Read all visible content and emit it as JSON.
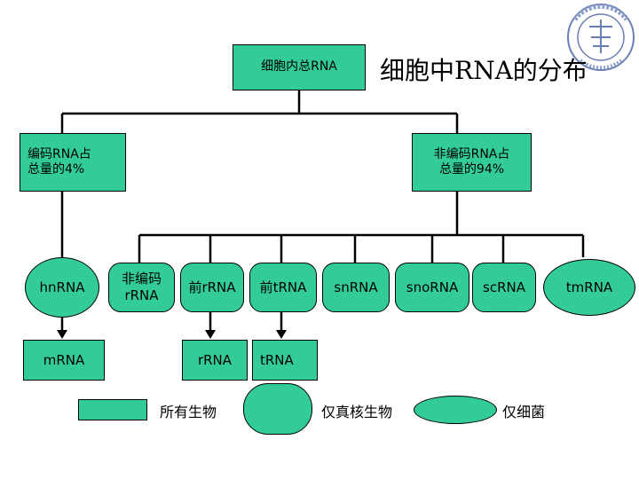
{
  "title": "细胞中RNA的分布",
  "root": "细胞内总RNA",
  "coding": "编码RNA占\n总量的4%",
  "noncoding": "非编码RNA占\n总量的94%",
  "hnRNA": "hnRNA",
  "mRNA": "mRNA",
  "noncoding_rRNA": "非编码\nrRNA",
  "pre_rRNA": "前rRNA",
  "pre_tRNA": "前tRNA",
  "snRNA": "snRNA",
  "snoRNA": "snoRNA",
  "scRNA": "scRNA",
  "tmRNA": "tmRNA",
  "rRNA": "rRNA",
  "tRNA": "tRNA",
  "legend": {
    "all_organisms": "所有生物",
    "eukaryotes_only": "仅真核生物",
    "bacteria_only": "仅细菌"
  },
  "colors": {
    "node_fill": "#33cc99",
    "line": "#000000"
  }
}
